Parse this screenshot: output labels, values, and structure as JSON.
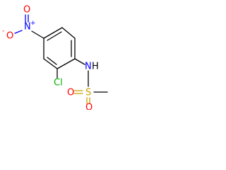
{
  "molecule": {
    "atoms": {
      "nitro_n": "N",
      "nitro_n_charge": "+",
      "nitro_o_top": "O",
      "nitro_o_left": "O",
      "nitro_o_left_charge": "-",
      "amide_n": "N",
      "amide_h": "H",
      "chlorine": "Cl",
      "sulfur": "S",
      "sulfonyl_o_left": "O",
      "sulfonyl_o_right": "O"
    },
    "colors": {
      "bond": "#000000",
      "nitrogen": "#0000ff",
      "oxygen": "#ff0000",
      "chlorine": "#00b000",
      "sulfur": "#c8a000"
    }
  }
}
